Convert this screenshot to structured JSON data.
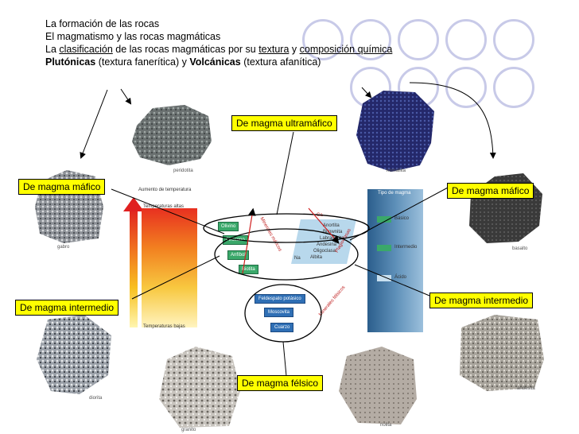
{
  "header": {
    "line1": "La formación de las rocas",
    "line2": "El magmatismo y las rocas magmáticas",
    "line3_a": "La ",
    "line3_link1": "clasificación",
    "line3_b": " de las rocas magmáticas por su ",
    "line3_link2": "textura",
    "line3_c": " y ",
    "line3_link3": "composición química",
    "line4_bold1": "Plutónicas",
    "line4_a": " (textura fanerítica) y ",
    "line4_bold2": "Volcánicas",
    "line4_b": " (textura afanítica)"
  },
  "labels": {
    "ultramafic": "De magma ultramáfico",
    "mafic_left": "De magma máfico",
    "mafic_right": "De magma máfico",
    "intermediate_left": "De magma intermedio",
    "intermediate_right": "De magma intermedio",
    "felsic": "De magma félsico"
  },
  "rock_captions": {
    "peridotite": "peridotita",
    "komatiite": "komatiita",
    "gabbro": "gabro",
    "basalt": "basalto",
    "diorite": "diorita",
    "andesite": "andesita",
    "granite": "granito",
    "rhyolite": "riolita"
  },
  "diagram": {
    "temp_up": "Aumento de temperatura",
    "temp_high": "Temperaturas altas",
    "temp_low": "Temperaturas bajas",
    "minerals_left": [
      "Olivino",
      "Piroxeno",
      "Anfíbol",
      "Biotita"
    ],
    "minerals_bottom": [
      "Feldespato potásico",
      "Moscovita",
      "Cuarzo"
    ],
    "plagioclase": [
      "Anortita",
      "Bitownita",
      "Labradorita",
      "Andesina",
      "Oligoclasa",
      "Albita"
    ],
    "ca": "Ca",
    "na": "Na",
    "magma_type_title": "Tipo de magma",
    "magma_types": [
      "Básico",
      "Intermedio",
      "Ácido"
    ],
    "series_left": "Minerales máficos",
    "series_right": "Plagioclasas",
    "series_bottom": "Minerales félsicos"
  },
  "colors": {
    "label_bg": "#ffff00",
    "circle": "#c8cae8"
  }
}
